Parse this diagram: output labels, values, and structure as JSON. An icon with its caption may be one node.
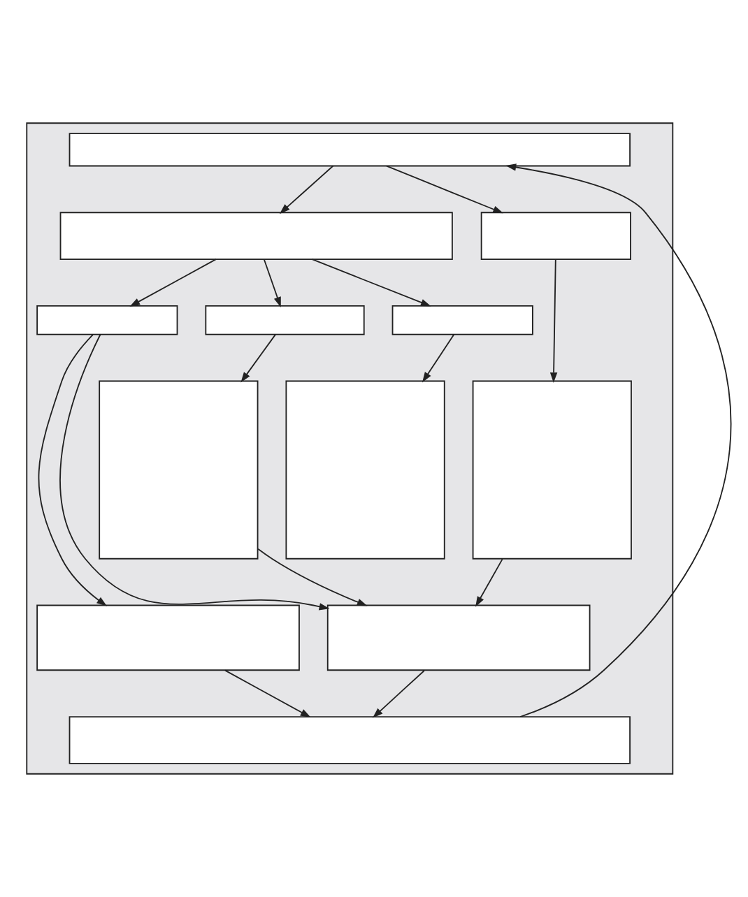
{
  "diagram": {
    "nodes": [
      {
        "text": [],
        "shape": "box"
      },
      {
        "text": [],
        "shape": "box",
        "in": 0
      },
      {
        "text": [],
        "shape": "box",
        "in": 0
      },
      {
        "text": [],
        "shape": "box",
        "in": 0
      },
      {
        "text": [],
        "shape": "box",
        "in": 0
      },
      {
        "text": [],
        "shape": "box",
        "in": 0
      },
      {
        "text": [],
        "shape": "box",
        "in": 0
      },
      {
        "text": [],
        "shape": "box",
        "in": 0
      },
      {
        "text": [],
        "shape": "box",
        "in": 0
      },
      {
        "text": [],
        "shape": "box",
        "in": 0
      },
      {
        "text": [],
        "shape": "box",
        "in": 0
      },
      {
        "text": [],
        "shape": "box",
        "in": 0
      },
      {
        "text": [],
        "shape": "box",
        "in": 0
      }
    ],
    "edges": [
      {
        "from": 1,
        "to": 2,
        "arrow": "to"
      },
      {
        "from": 1,
        "to": 3,
        "arrow": "to"
      },
      {
        "from": 2,
        "to": 4,
        "arrow": "to"
      },
      {
        "from": 2,
        "to": 5,
        "arrow": "to"
      },
      {
        "from": 2,
        "to": 6,
        "arrow": "to"
      },
      {
        "from": 4,
        "to": 10,
        "arrow": "to"
      },
      {
        "from": 4,
        "to": 11,
        "arrow": "to"
      },
      {
        "from": 5,
        "to": 7,
        "arrow": "to"
      },
      {
        "from": 7,
        "to": 11,
        "arrow": "to"
      },
      {
        "from": 6,
        "to": 8,
        "arrow": "to"
      },
      {
        "from": 3,
        "to": 9,
        "arrow": "to"
      },
      {
        "from": 9,
        "to": 11,
        "arrow": "to"
      },
      {
        "from": 10,
        "to": 12,
        "arrow": "to"
      },
      {
        "from": 11,
        "to": 12,
        "arrow": "to"
      },
      {
        "from": 12,
        "to": 1,
        "arrow": "to"
      }
    ]
  }
}
